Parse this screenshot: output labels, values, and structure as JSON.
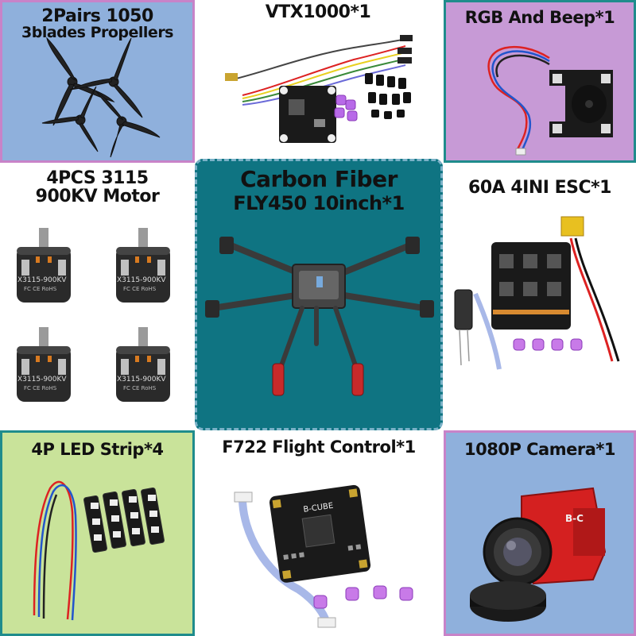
{
  "panels": {
    "propellers": {
      "line1": "2Pairs 1050",
      "line2": "3blades Propellers"
    },
    "vtx": {
      "line1": "VTX1000*1"
    },
    "rgb": {
      "line1": "RGB And Beep*1"
    },
    "motor": {
      "line1": "4PCS 3115",
      "line2": "900KV Motor",
      "label": "X3115-900KV",
      "sublabel": "FC CE RoHS"
    },
    "frame": {
      "line1": "Carbon Fiber",
      "line2": "FLY450 10inch*1"
    },
    "esc": {
      "line1": "60A 4INI ESC*1"
    },
    "led": {
      "line1": "4P LED Strip*4"
    },
    "fc": {
      "line1": "F722 Flight Control*1",
      "label": "B-CUBE"
    },
    "camera": {
      "line1": "1080P Camera*1",
      "label": "B-C"
    }
  },
  "colors": {
    "blue_panel": "#8fb0dc",
    "purple_panel": "#c79ad6",
    "green_panel": "#c9e39a",
    "teal_panel": "#0f7482",
    "pink_border": "#c883c8",
    "teal_border": "#1f8c8c",
    "title_text": "#111111",
    "frame_title_text": "#ffffff"
  }
}
